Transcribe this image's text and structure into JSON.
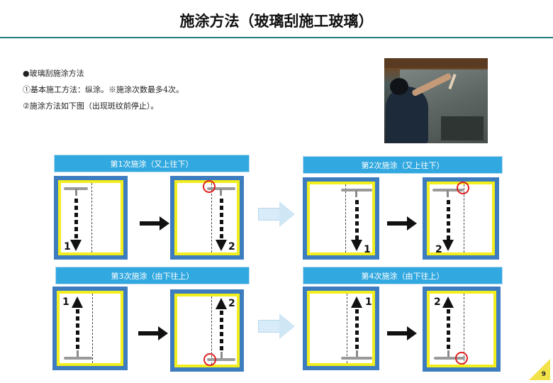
{
  "page": {
    "title": "施涂方法（玻璃刮施工玻璃）",
    "page_number": "9"
  },
  "intro": {
    "line1": "●玻璃刮施涂方法",
    "line2": "①基本施工方法：纵涂。※施涂次数最多4次。",
    "line3": "②施涂方法如下图（出现斑纹前停止）。"
  },
  "steps": [
    {
      "banner": "第1次施涂（又上往下）",
      "panel_a_number": "1",
      "panel_b_number": "2"
    },
    {
      "banner": "第2次施涂（又上往下）",
      "panel_a_number": "1",
      "panel_b_number": "2"
    },
    {
      "banner": "第3次施涂（由下往上）",
      "panel_a_number": "1",
      "panel_b_number": "2"
    },
    {
      "banner": "第4次施涂（由下往上）",
      "panel_a_number": "1",
      "panel_b_number": "2"
    }
  ],
  "colors": {
    "accent_rule": "#1e7f78",
    "banner": "#31a8df",
    "panel_frame": "#3e7cc0",
    "panel_border": "#f2ee1e",
    "highlight_circle": "#e02020"
  }
}
